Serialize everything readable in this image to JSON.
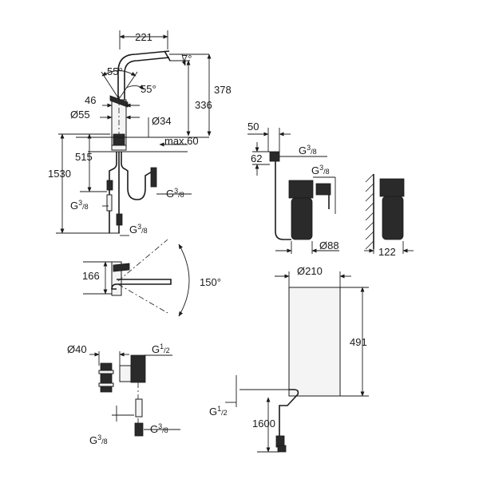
{
  "dimensions": {
    "spout_reach": "221",
    "spout_tilt": "7°",
    "swivel_left": "55°",
    "swivel_right": "55°",
    "lever_offset": "46",
    "body_diameter": "Ø55",
    "hole_diameter": "Ø34",
    "height_outlet": "336",
    "height_total": "378",
    "max_deck": "max.60",
    "hose_upper": "515",
    "hose_total": "1530",
    "conn_left_g": "G",
    "conn_left_num": "3",
    "conn_left_den": "8",
    "conn_right_g": "G",
    "conn_right_num": "3",
    "conn_right_den": "8",
    "conn_bottom_g": "G",
    "conn_bottom_num": "3",
    "conn_bottom_den": "8",
    "filter_top": "50",
    "filter_head": "62",
    "filter_conn1_g": "G",
    "filter_conn1_num": "3",
    "filter_conn1_den": "8",
    "filter_conn2_g": "G",
    "filter_conn2_num": "3",
    "filter_conn2_den": "8",
    "filter_diameter": "Ø88",
    "filter_depth": "122",
    "plan_offset": "166",
    "swivel_range": "150°",
    "valve_diameter": "Ø40",
    "valve_top_g": "G",
    "valve_top_num": "1",
    "valve_top_den": "2",
    "valve_bl_g": "G",
    "valve_bl_num": "3",
    "valve_bl_den": "8",
    "valve_br_g": "G",
    "valve_br_num": "3",
    "valve_br_den": "8",
    "boiler_diameter": "Ø210",
    "boiler_height": "491",
    "boiler_conn_g": "G",
    "boiler_conn_num": "1",
    "boiler_conn_den": "2",
    "cable_length": "1600"
  }
}
